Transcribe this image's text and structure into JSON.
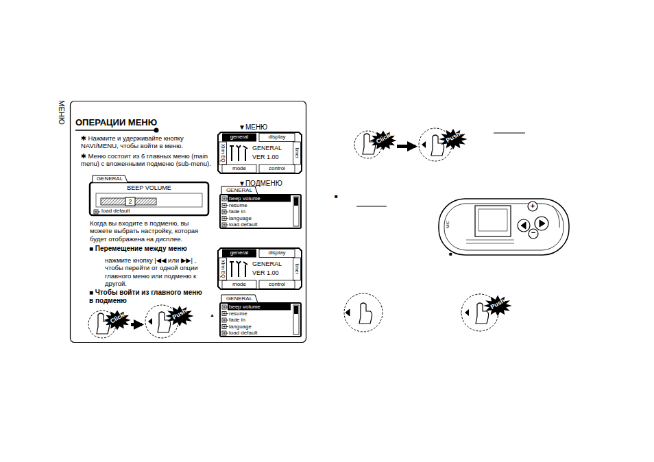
{
  "diagram": {
    "nodes": [
      {
        "text": [
          "ОПЕРАЦИИ МЕНЮ",
          "✱ Нажмите и удерживайте кнопку NAVI/MENU, чтобы войти в меню.",
          "✱ Меню состоит из 6 главных меню (main menu) с вложенными подменю (sub-menu).",
          "Когда вы входите в подменю, вы можете выбрать настройку, которая будет отображена на дисплее.",
          "■ Перемещение между меню",
          "нажмите кнопку |◀◀ или ▶▶| , чтобы перейти от одной опции главного меню или подменю к другой.",
          "■ Чтобы войти из главного меню в подменю"
        ]
      },
      {
        "text": [
          "GENERAL",
          "BEEP VOLUME",
          "2",
          "load default"
        ],
        "in": 0
      },
      {
        "text": [
          "▼МЕНЮ",
          "general",
          "display",
          "Xtrm EQ",
          "timer",
          "mode",
          "control",
          "GENERAL",
          "VER 1.00"
        ],
        "in": 0
      },
      {
        "text": [
          "▼ПОДМЕНЮ",
          "GENERAL",
          "beep volume",
          "resume",
          "fade in",
          "language",
          "load default"
        ],
        "in": 0
      },
      {
        "text": [
          "general",
          "display",
          "Xtrm EQ",
          "timer",
          "mode",
          "control",
          "GENERAL",
          "VER 1.00"
        ],
        "in": 0
      },
      {
        "text": [
          "GENERAL",
          "beep volume",
          "resume",
          "fade in",
          "language",
          "load default"
        ],
        "in": 0
      },
      {
        "text": [
          "Click"
        ],
        "in": 0
      },
      {
        "text": [
          "Push"
        ],
        "in": 0
      },
      {
        "text": [
          "Click"
        ]
      },
      {
        "text": [
          "Push"
        ]
      },
      {
        "text": [
          "Push"
        ]
      }
    ],
    "edges": [
      {
        "from": 6,
        "to": 7,
        "arrow": "to"
      },
      {
        "from": 8,
        "to": 9,
        "arrow": "to"
      }
    ],
    "labels": [
      "МЕНЮ",
      "▲",
      "■",
      "■",
      "+",
      "−",
      "MIC"
    ]
  }
}
